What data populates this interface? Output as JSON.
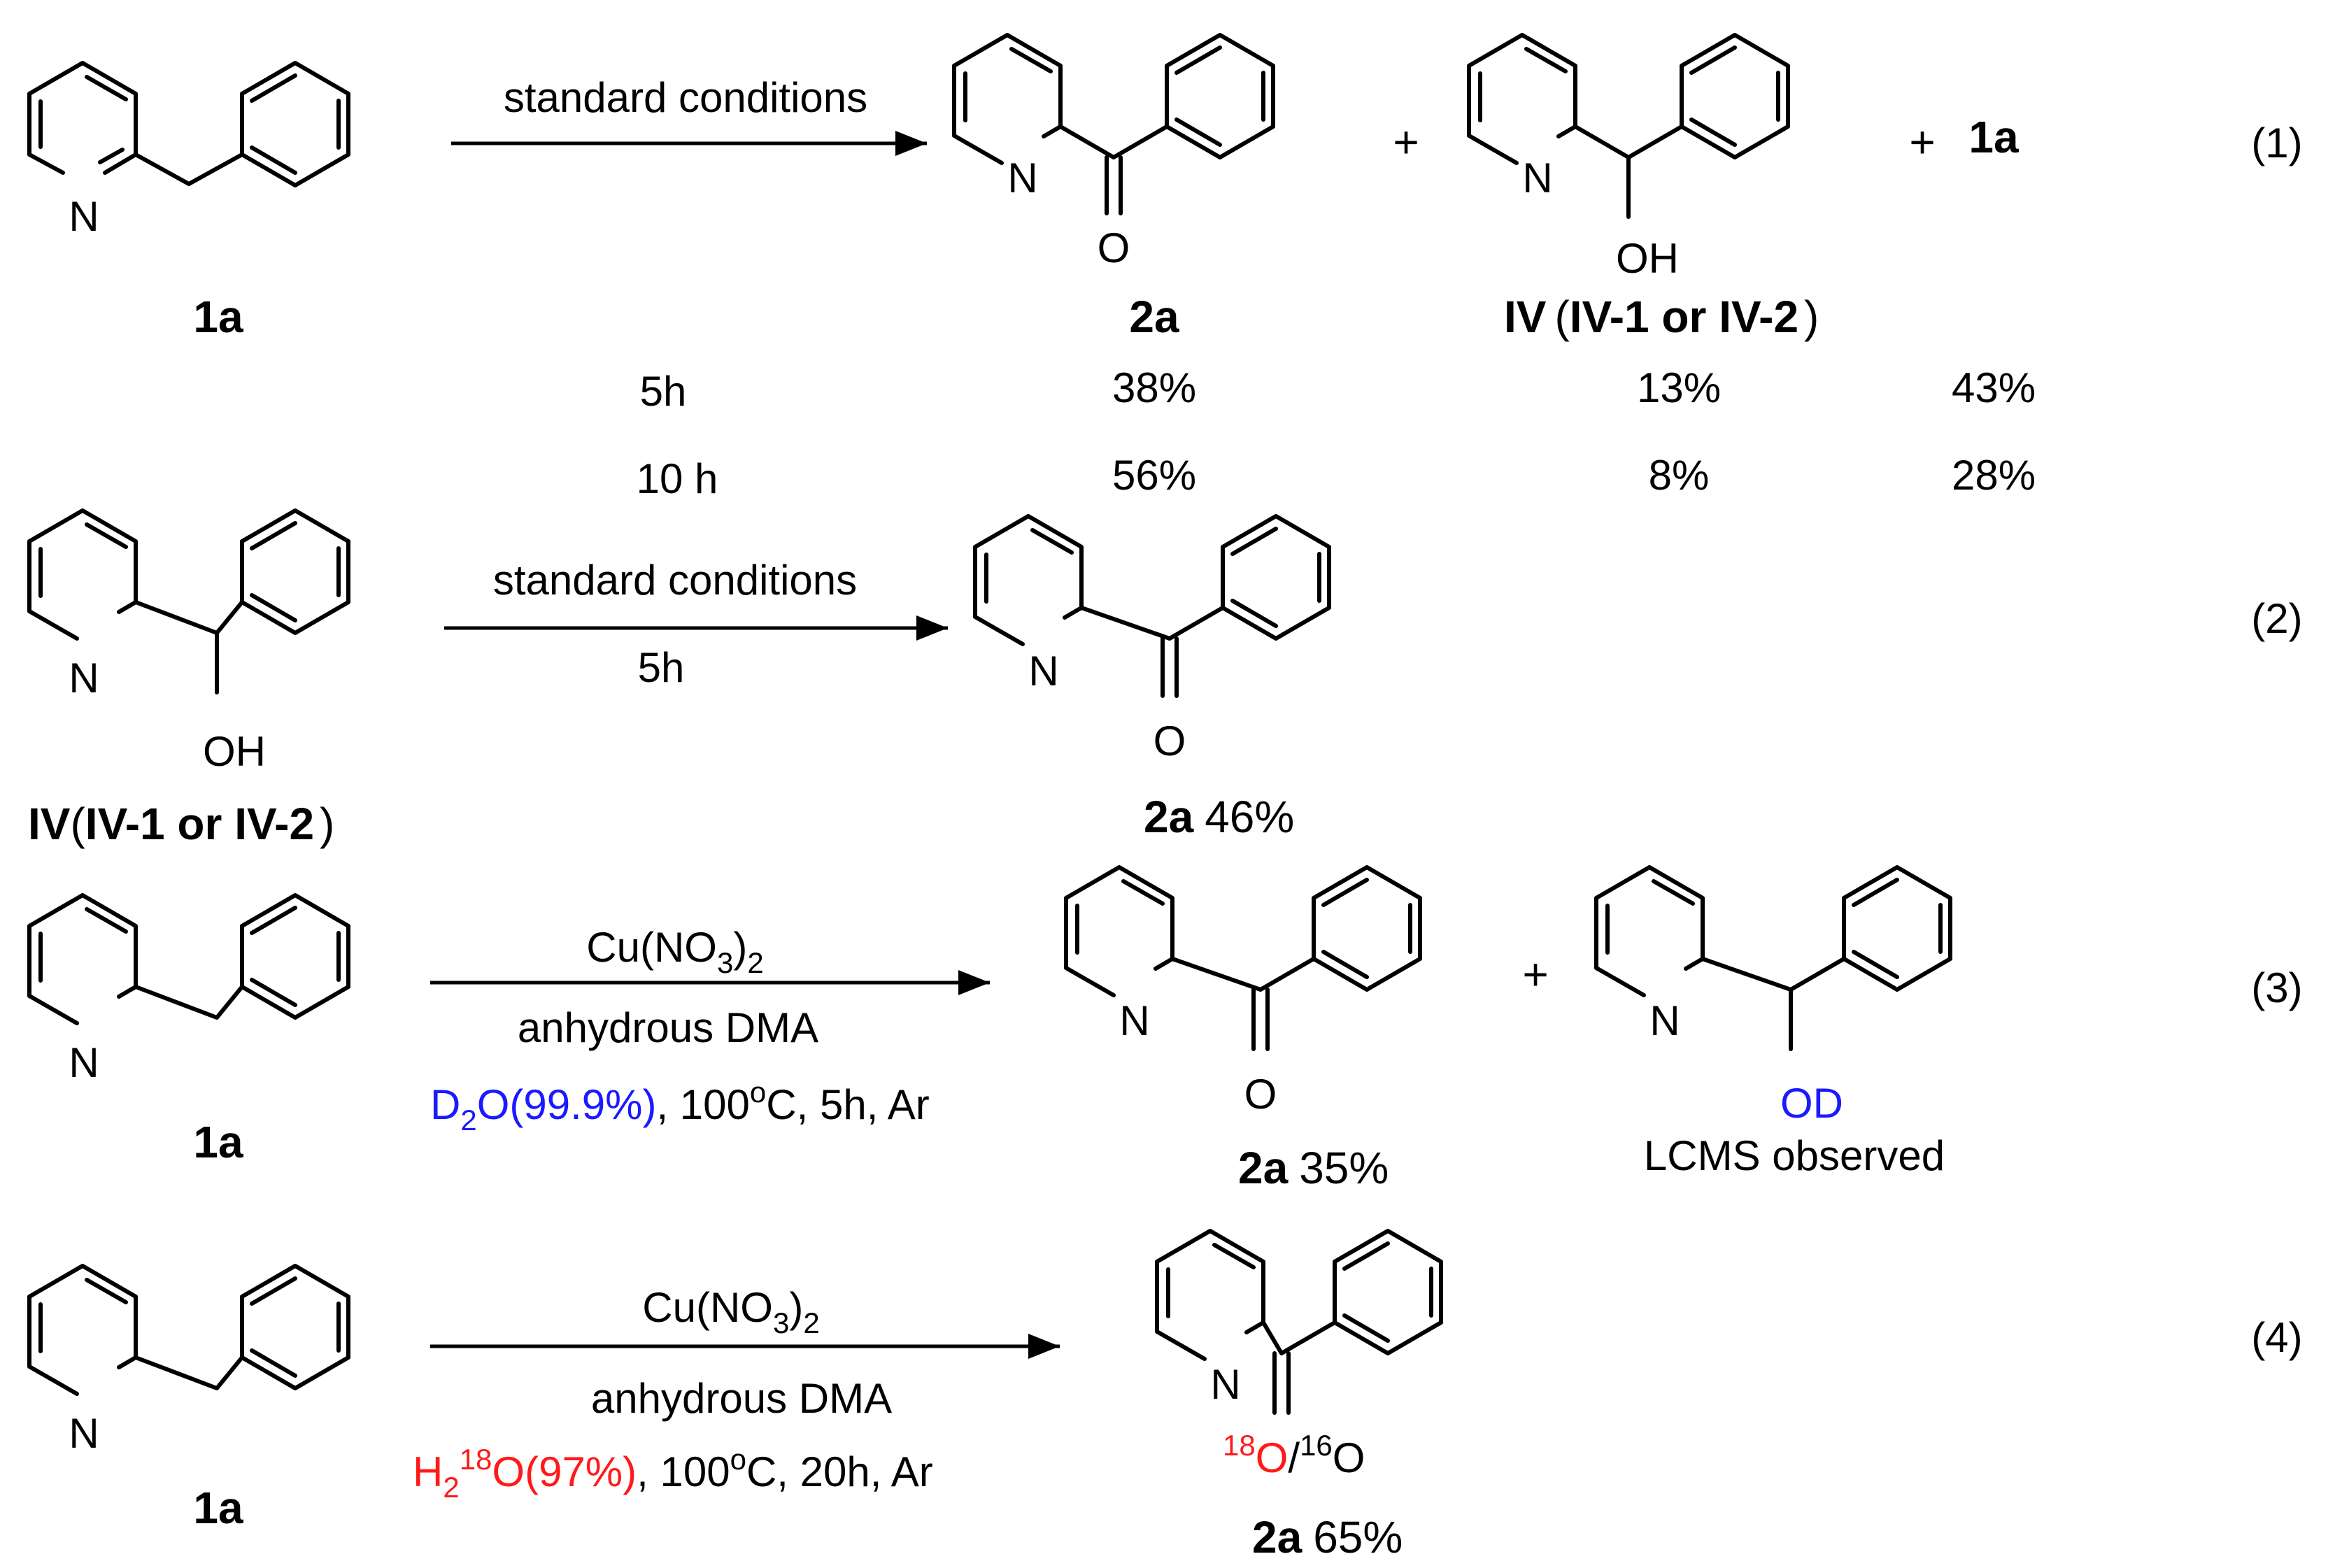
{
  "atoms": {
    "N": "N",
    "O": "O",
    "OH": "OH",
    "OD": "OD"
  },
  "reaction1": {
    "number": "(1)",
    "reagent": "standard conditions",
    "plus": "+",
    "sm_label": "1a",
    "product_label": "2a",
    "alcohol_label_main": "IV",
    "alcohol_label_paren_open": "(",
    "alcohol_label_inner": "IV-1 or IV-2",
    "alcohol_label_paren_close": ")",
    "recovered_label": "1a",
    "rows": [
      {
        "time": "5h",
        "yield_2a": "38%",
        "yield_IV": "13%",
        "yield_1a": "43%"
      },
      {
        "time": "10 h",
        "yield_2a": "56%",
        "yield_IV": "8%",
        "yield_1a": "28%"
      }
    ]
  },
  "reaction2": {
    "number": "(2)",
    "reagent_top": "standard conditions",
    "reagent_bottom": "5h",
    "sm_label_main": "IV",
    "sm_label_paren_open": "(",
    "sm_label_inner": "IV-1 or IV-2",
    "sm_label_paren_close": ")",
    "product_label": "2a",
    "product_yield": "46%"
  },
  "reaction3": {
    "number": "(3)",
    "reagent_top_a": "Cu(NO",
    "reagent_top_sub": "3",
    "reagent_top_b": ")",
    "reagent_top_sub2": "2",
    "reagent_mid": "anhydrous DMA",
    "reagent_iso_a": "D",
    "reagent_iso_sub": "2",
    "reagent_iso_b": "O(99.9%)",
    "reagent_rest_a": ", 100",
    "reagent_rest_sup": "o",
    "reagent_rest_b": "C, 5h, Ar",
    "sm_label": "1a",
    "product_label": "2a",
    "product_yield": "35%",
    "plus": "+",
    "side_note": "LCMS observed"
  },
  "reaction4": {
    "number": "(4)",
    "reagent_top_a": "Cu(NO",
    "reagent_top_sub": "3",
    "reagent_top_b": ")",
    "reagent_top_sub2": "2",
    "reagent_mid": "anhydrous DMA",
    "reagent_iso_a": "H",
    "reagent_iso_sub": "2",
    "reagent_iso_sup": "18",
    "reagent_iso_b": "O(97%)",
    "reagent_rest_a": ", 100",
    "reagent_rest_sup": "o",
    "reagent_rest_b": "C, 20h, Ar",
    "sm_label": "1a",
    "product_label": "2a",
    "product_yield": "65%",
    "o18_sup": "18",
    "o18_atom": "O",
    "slash": "/",
    "o16_sup": "16",
    "o16_atom": "O"
  },
  "colors": {
    "deuterium": "#1a1aff",
    "oxygen18": "#ff1a1a"
  }
}
